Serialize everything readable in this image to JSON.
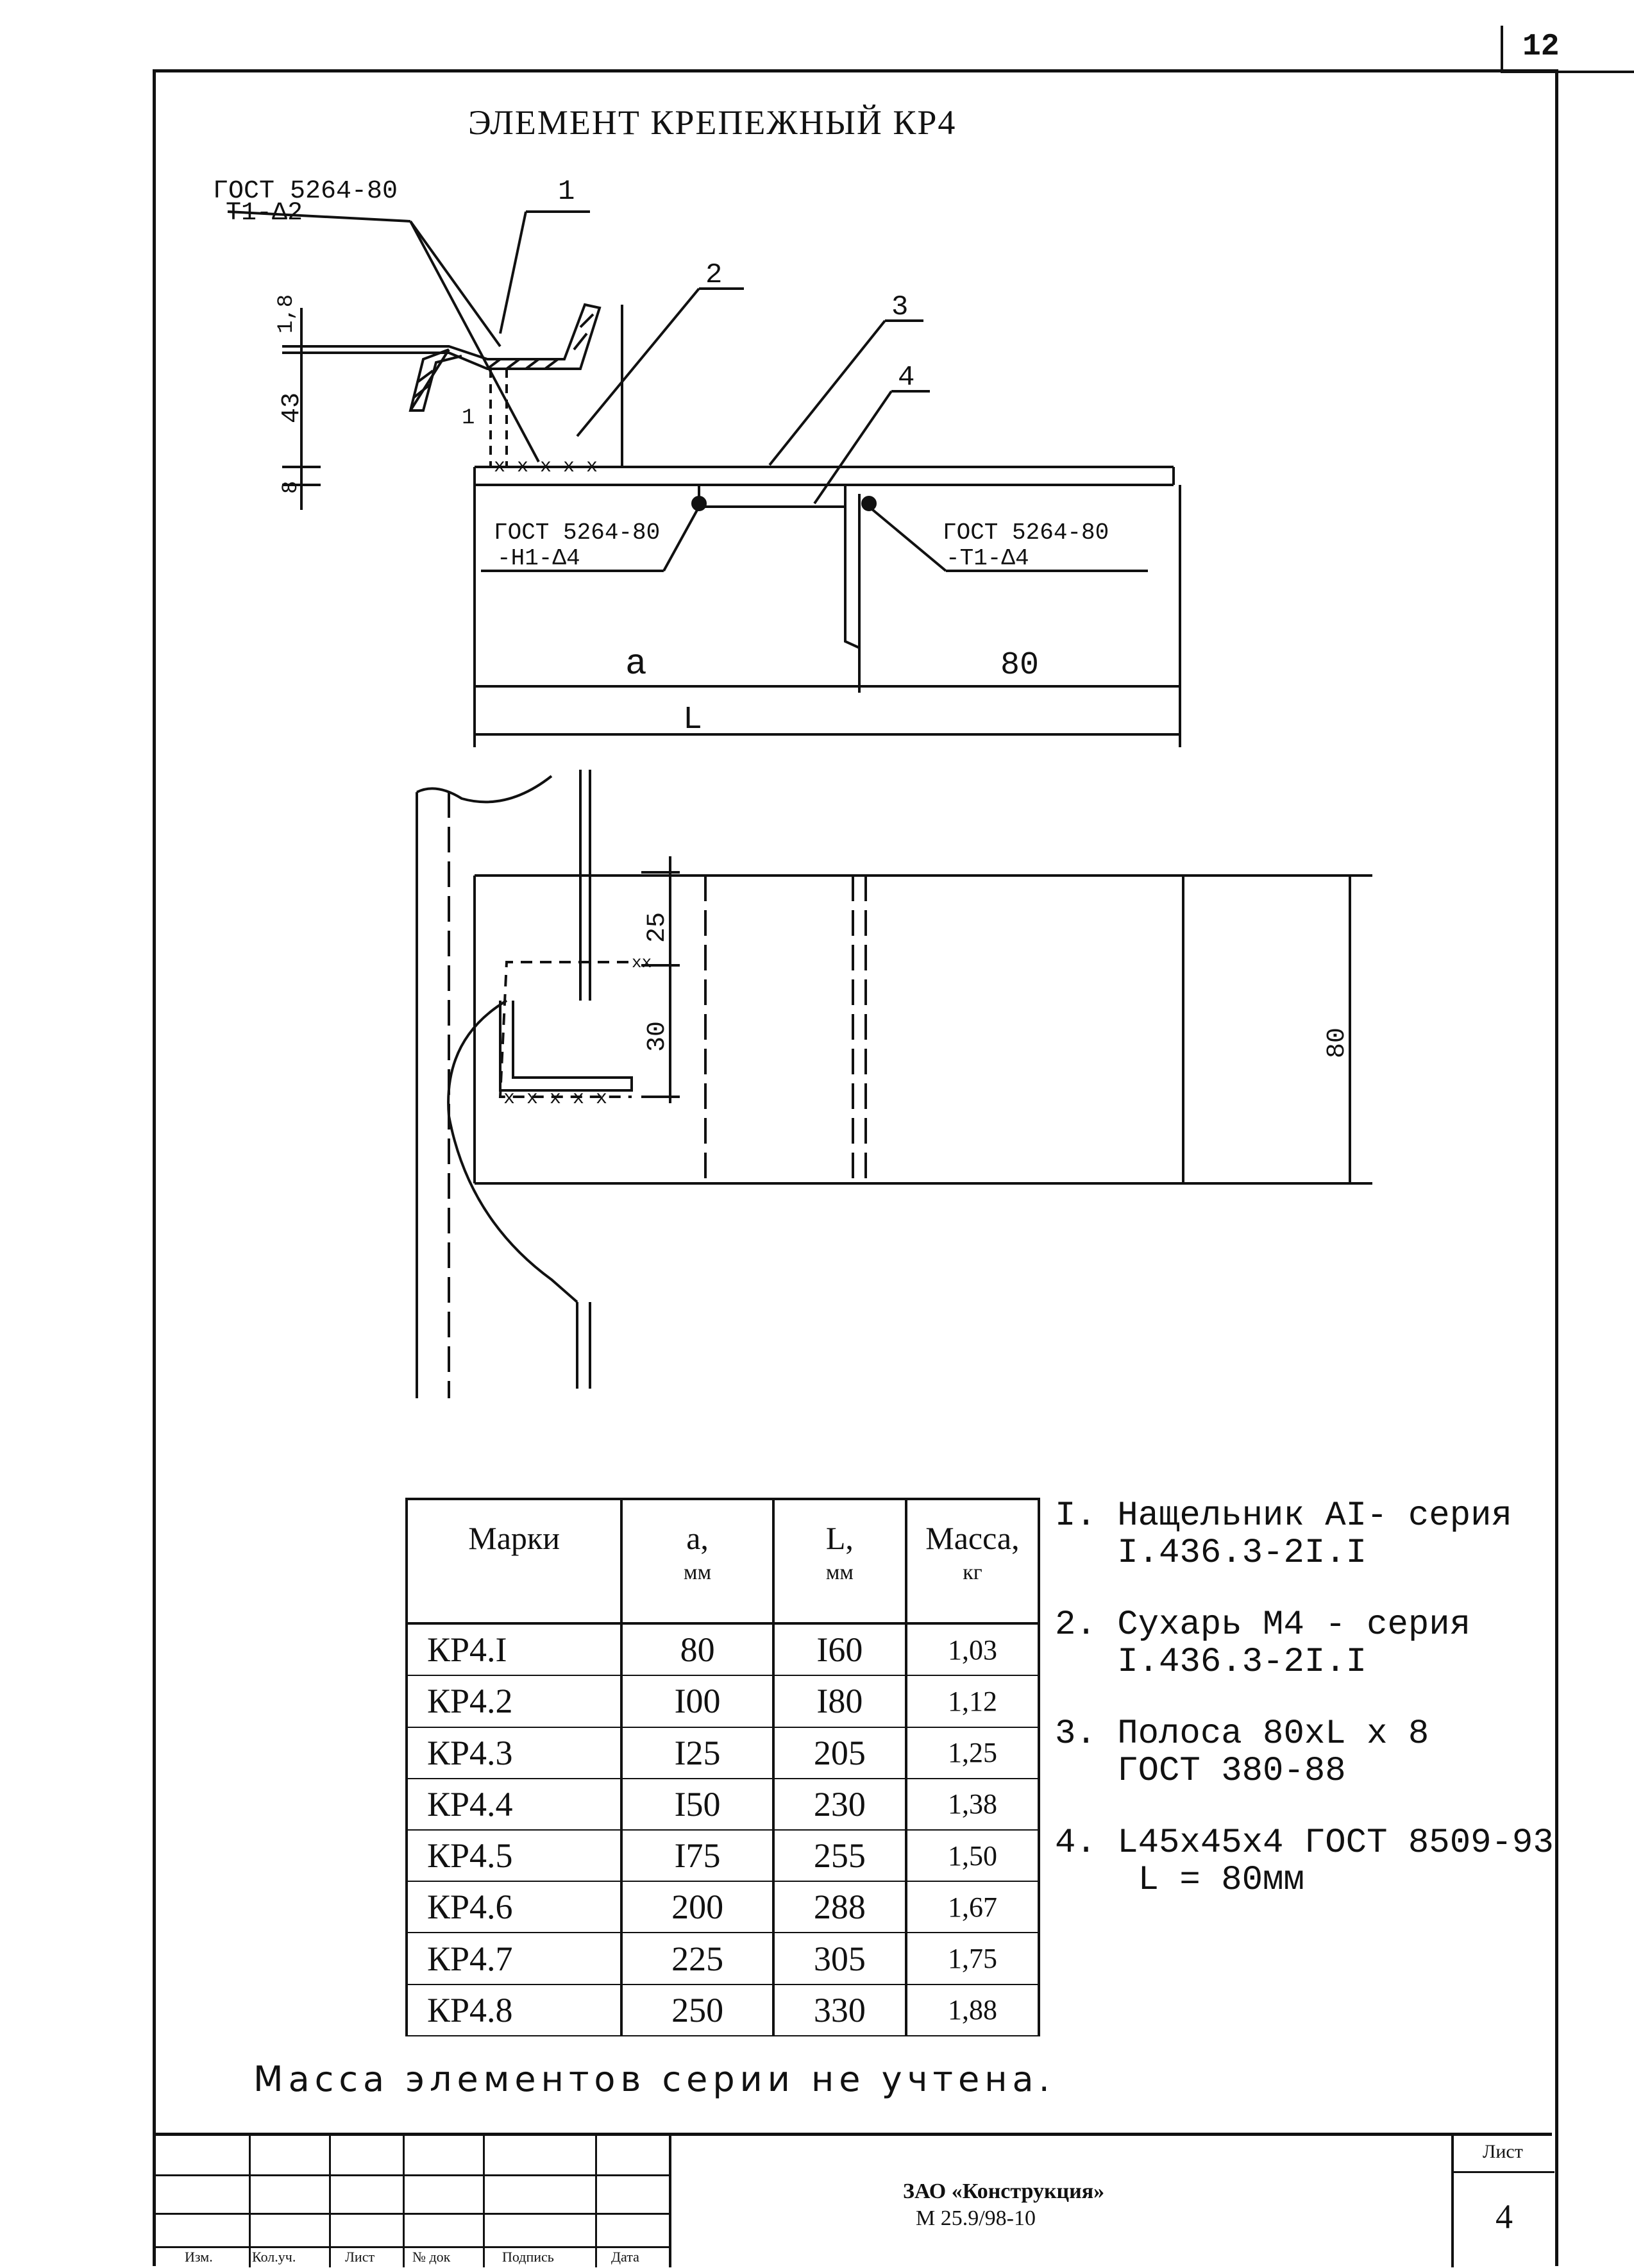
{
  "sheet_corner": "12",
  "title": "ЭЛЕМЕНТ КРЕПЕЖНЫЙ КР4",
  "drawing": {
    "weld_top": [
      "ГОСТ 5264-80",
      "Т1-Δ2"
    ],
    "weld_left": [
      "ГОСТ 5264-80",
      "-Н1-Δ4"
    ],
    "weld_right": [
      "ГОСТ 5264-80",
      "-Т1-Δ4"
    ],
    "callouts": [
      "1",
      "2",
      "3",
      "4"
    ],
    "dims_side": [
      "1,8",
      "43",
      "1",
      "8"
    ],
    "dim_a": "a",
    "dim_80": "80",
    "dim_L": "L",
    "plan_dims": [
      "25",
      "30",
      "80"
    ]
  },
  "table": {
    "headers": [
      {
        "label": "Марки",
        "unit": ""
      },
      {
        "label": "a,",
        "unit": "мм"
      },
      {
        "label": "L,",
        "unit": "мм"
      },
      {
        "label": "Масса,",
        "unit": "кг"
      }
    ],
    "rows": [
      {
        "mark": "КР4.I",
        "a": "80",
        "L": "I60",
        "mass": "1,03"
      },
      {
        "mark": "КР4.2",
        "a": "I00",
        "L": "I80",
        "mass": "1,12"
      },
      {
        "mark": "КР4.3",
        "a": "I25",
        "L": "205",
        "mass": "1,25"
      },
      {
        "mark": "КР4.4",
        "a": "I50",
        "L": "230",
        "mass": "1,38"
      },
      {
        "mark": "КР4.5",
        "a": "I75",
        "L": "255",
        "mass": "1,50"
      },
      {
        "mark": "КР4.6",
        "a": "200",
        "L": "288",
        "mass": "1,67"
      },
      {
        "mark": "КР4.7",
        "a": "225",
        "L": "305",
        "mass": "1,75"
      },
      {
        "mark": "КР4.8",
        "a": "250",
        "L": "330",
        "mass": "1,88"
      }
    ]
  },
  "notes": [
    "I. Нащельник АI- серия\n   I.436.3-2I.I",
    "2. Сухарь М4 - серия\n   I.436.3-2I.I",
    "3. Полоса 80хL х 8\n   ГОСТ 380-88",
    "4. L45х45х4 ГОСТ 8509-93\n    L = 80мм"
  ],
  "mass_note": "Масса элементов серии не учтена.",
  "title_block": {
    "columns": [
      "Изм.",
      "Кол.уч.",
      "Лист",
      "№ док",
      "Подпись",
      "Дата"
    ],
    "company": "ЗАО «Конструкция»",
    "code": "М 25.9/98-10",
    "sheet_label": "Лист",
    "sheet_number": "4"
  }
}
